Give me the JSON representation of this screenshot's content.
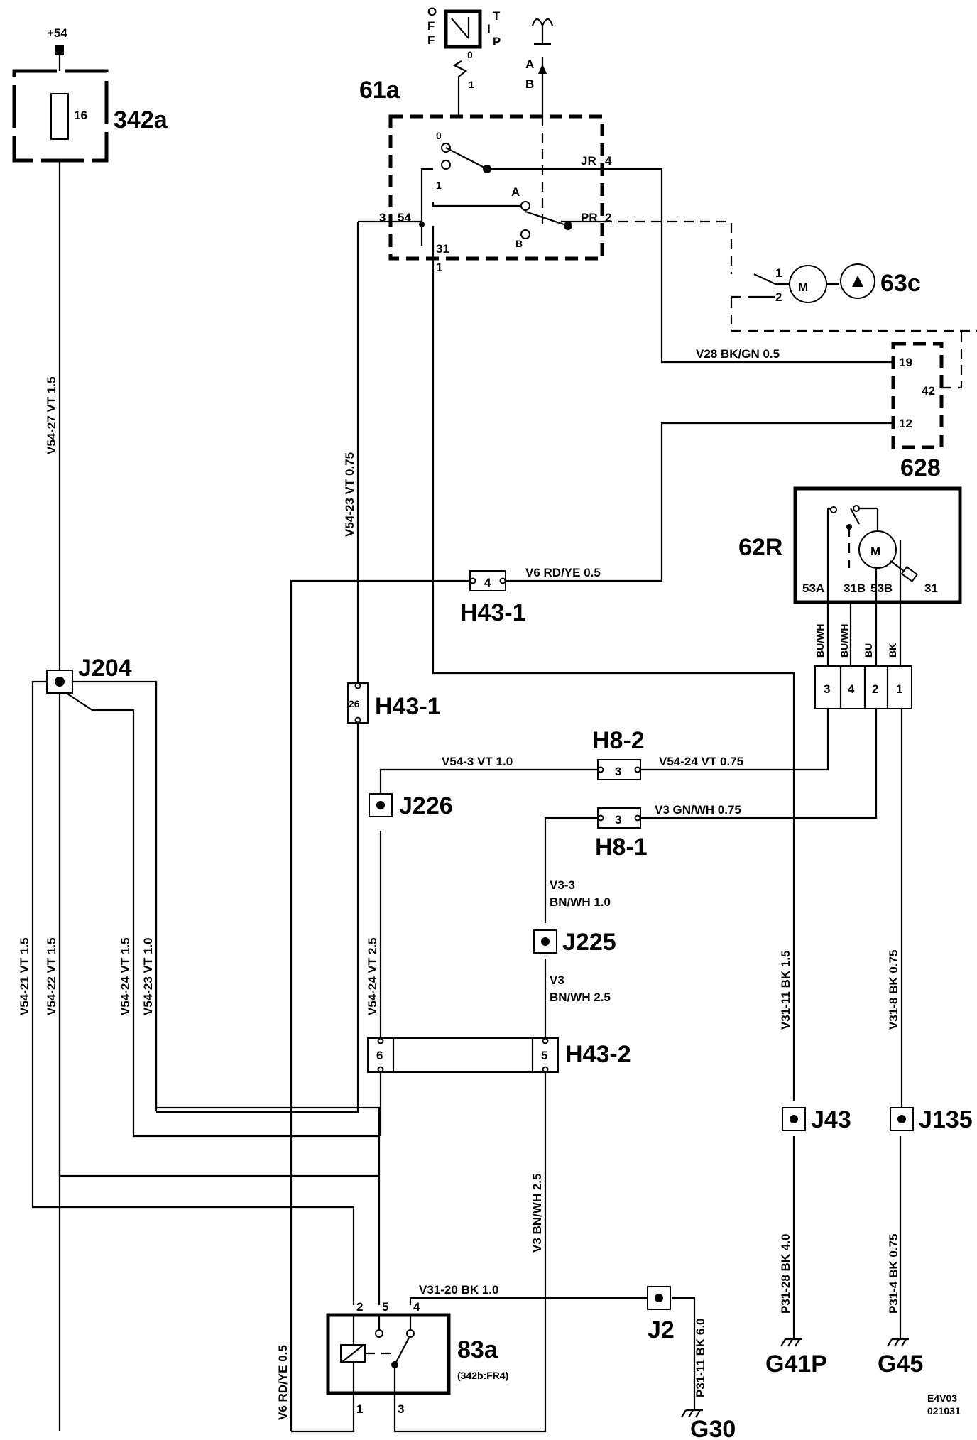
{
  "components": {
    "power": "+54",
    "fuse_id": "342a",
    "fuse_no": "16",
    "switch_id": "61a",
    "switch_pos_0": "0",
    "switch_pos_1": "1",
    "switch_pos_a": "A",
    "switch_pos_b": "B",
    "pin_54": "54",
    "pin_3": "3",
    "pin_31": "31",
    "pin_1": "1",
    "pin_jr": "JR",
    "pin_4": "4",
    "pin_pr": "PR",
    "pin_2": "2",
    "ignition_o": "O",
    "ignition_f1": "F",
    "ignition_f2": "F",
    "ignition_t": "T",
    "ignition_i": "I",
    "ignition_p": "P",
    "ign_pin_0": "0",
    "ign_pin_1": "1",
    "washer_a": "A",
    "washer_b": "B",
    "pump_id": "63c",
    "pump_pin_1": "1",
    "pump_pin_2": "2",
    "motor_m": "M",
    "module_id": "628",
    "module_pin_19": "19",
    "module_pin_42": "42",
    "module_pin_12": "12",
    "wiper_id": "62R",
    "wiper_pin_53a": "53A",
    "wiper_pin_31b": "31B",
    "wiper_pin_53b": "53B",
    "wiper_pin_31": "31",
    "relay_id": "83a",
    "relay_sub": "(342b:FR4)",
    "relay_pin_2": "2",
    "relay_pin_5": "5",
    "relay_pin_4": "4",
    "relay_pin_1": "1",
    "relay_pin_3": "3"
  },
  "connectors": {
    "h43_1_top": "H43-1",
    "h43_1_top_pin": "4",
    "h43_1_mid": "H43-1",
    "h43_1_mid_pin": "26",
    "h8_2": "H8-2",
    "h8_2_pin": "3",
    "h8_1": "H8-1",
    "h8_1_pin": "3",
    "h43_2": "H43-2",
    "h43_2_pin_6": "6",
    "h43_2_pin_5": "5",
    "wc_pin_3": "3",
    "wc_pin_4": "4",
    "wc_pin_2": "2",
    "wc_pin_1": "1"
  },
  "junctions": {
    "j204": "J204",
    "j226": "J226",
    "j225": "J225",
    "j43": "J43",
    "j135": "J135",
    "j2": "J2"
  },
  "grounds": {
    "g41p": "G41P",
    "g45": "G45",
    "g30": "G30"
  },
  "wires": {
    "v54_27": "V54-27  VT  1.5",
    "v54_23_top": "V54-23  VT  0.75",
    "v28": "V28  BK/GN  0.5",
    "v6_top": "V6  RD/YE  0.5",
    "v54_3": "V54-3  VT  1.0",
    "v54_24_top": "V54-24  VT  0.75",
    "v3_gnwh": "V3  GN/WH  0.75",
    "v3_3a": "V3-3",
    "v3_3b": "BN/WH  1.0",
    "v3a": "V3",
    "v3b": "BN/WH  2.5",
    "v54_21": "V54-21  VT  1.5",
    "v54_22": "V54-22  VT  1.5",
    "v54_24_left": "V54-24  VT  1.5",
    "v54_23_left": "V54-23  VT  1.0",
    "v54_24_mid": "V54-24  VT  2.5",
    "v31_11": "V31-11  BK  1.5",
    "v31_8": "V31-8  BK  0.75",
    "v3_lower": "V3  BN/WH  2.5",
    "v31_20": "V31-20   BK   1.0",
    "v6_left": "V6  RD/YE  0.5",
    "p31_28": "P31-28  BK  4.0",
    "p31_4": "P31-4  BK  0.75",
    "p31_11": "P31-11  BK  6.0",
    "bu_wh_1": "BU/WH",
    "bu_wh_2": "BU/WH",
    "bu": "BU",
    "bk": "BK"
  },
  "footer": {
    "code": "E4V03",
    "date": "021031"
  }
}
